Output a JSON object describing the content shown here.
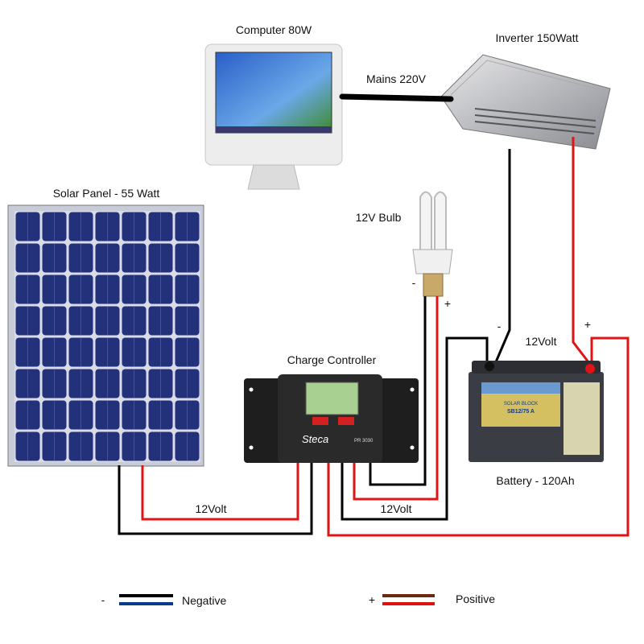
{
  "labels": {
    "computer": "Computer 80W",
    "inverter": "Inverter 150Watt",
    "mains": "Mains 220V",
    "solar_panel": "Solar Panel  - 55 Watt",
    "bulb": "12V Bulb",
    "bulb_neg": "-",
    "bulb_pos": "+",
    "controller": "Charge Controller",
    "controller_brand": "Steca",
    "controller_model": "PR 3030",
    "battery": "Battery - 120Ah",
    "battery_voltage": "12Volt",
    "battery_neg": "-",
    "battery_pos": "+",
    "battery_brand": "SOLAR BLOCK",
    "battery_model": "SB12/75 A",
    "solar_wire": "12Volt",
    "battery_wire": "12Volt"
  },
  "legend": [
    {
      "sign": "-",
      "label": "Negative",
      "colors": [
        "#000000",
        "#0a3a8a"
      ]
    },
    {
      "sign": "+",
      "label": "Positive",
      "colors": [
        "#6b2a10",
        "#e01010"
      ]
    }
  ],
  "colors": {
    "negative": "#000000",
    "positive": "#e01414"
  }
}
